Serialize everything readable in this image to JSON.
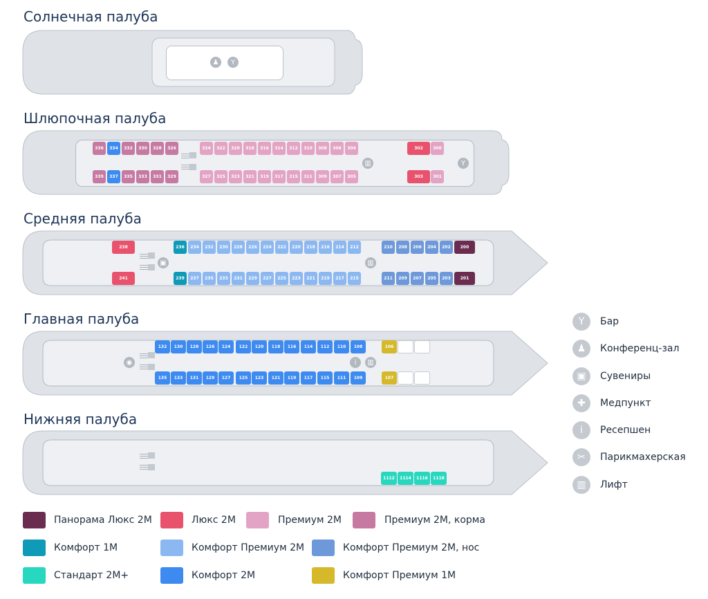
{
  "decks": {
    "sun": "Солнечная палуба",
    "boat": "Шлюпочная палуба",
    "middle": "Средняя палуба",
    "main": "Главная палуба",
    "lower": "Нижняя палуба"
  },
  "cabins": {
    "boat_top": [
      "336",
      "334",
      "332",
      "330",
      "328",
      "326",
      "324",
      "322",
      "320",
      "318",
      "316",
      "314",
      "312",
      "310",
      "308",
      "306",
      "304",
      "302",
      "300"
    ],
    "boat_bottom": [
      "339",
      "337",
      "335",
      "333",
      "331",
      "329",
      "327",
      "325",
      "323",
      "321",
      "319",
      "317",
      "315",
      "311",
      "309",
      "307",
      "305",
      "303",
      "301"
    ],
    "middle_top": [
      "238",
      "236",
      "234",
      "232",
      "230",
      "228",
      "226",
      "224",
      "222",
      "220",
      "218",
      "216",
      "214",
      "212",
      "210",
      "208",
      "206",
      "204",
      "202",
      "200"
    ],
    "middle_bottom": [
      "241",
      "239",
      "237",
      "235",
      "233",
      "231",
      "229",
      "227",
      "225",
      "223",
      "221",
      "219",
      "217",
      "215",
      "211",
      "209",
      "207",
      "205",
      "203",
      "201"
    ],
    "main_top": [
      "132",
      "130",
      "128",
      "126",
      "124",
      "122",
      "120",
      "118",
      "116",
      "114",
      "112",
      "110",
      "108",
      "106"
    ],
    "main_bottom": [
      "135",
      "133",
      "131",
      "129",
      "127",
      "125",
      "123",
      "121",
      "119",
      "117",
      "115",
      "111",
      "109",
      "107"
    ],
    "lower": [
      "1112",
      "1114",
      "1116",
      "1118"
    ]
  },
  "amenities": [
    {
      "label": "Бар",
      "icon": "bar-icon"
    },
    {
      "label": "Конференц-зал",
      "icon": "conference-icon"
    },
    {
      "label": "Сувениры",
      "icon": "gift-icon"
    },
    {
      "label": "Медпункт",
      "icon": "medical-icon"
    },
    {
      "label": "Ресепшен",
      "icon": "info-icon"
    },
    {
      "label": "Парикмахерская",
      "icon": "scissors-icon"
    },
    {
      "label": "Лифт",
      "icon": "elevator-icon"
    }
  ],
  "categories": [
    {
      "label": "Панорама Люкс 2М",
      "color": "#6b2d4f"
    },
    {
      "label": "Люкс 2М",
      "color": "#e8526d"
    },
    {
      "label": "Премиум 2М",
      "color": "#e3a3c4"
    },
    {
      "label": "Премиум 2М, корма",
      "color": "#c67aa2"
    },
    {
      "label": "Комфорт 1М",
      "color": "#0f9ab8"
    },
    {
      "label": "Комфорт Премиум 2М",
      "color": "#8cb8f2"
    },
    {
      "label": "Комфорт Премиум 2М, нос",
      "color": "#6d98d9"
    },
    {
      "label": "Стандарт 2М+",
      "color": "#27d7be"
    },
    {
      "label": "Комфорт 2М",
      "color": "#3d8af0"
    },
    {
      "label": "Комфорт Премиум 1М",
      "color": "#d6b82b"
    }
  ]
}
